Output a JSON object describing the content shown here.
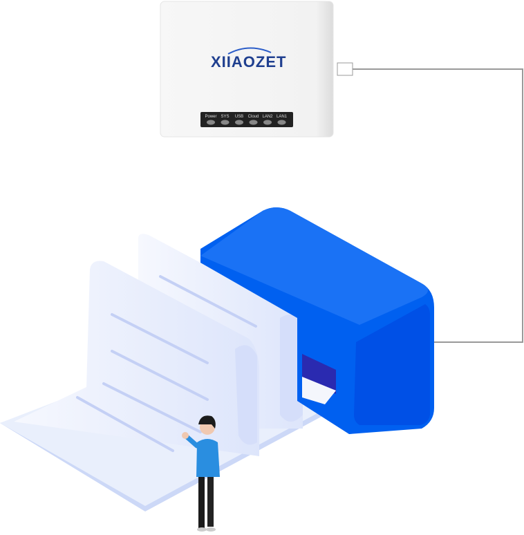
{
  "device": {
    "brand": "XIIAOZET",
    "indicators": [
      {
        "label": "Power"
      },
      {
        "label": "SYS"
      },
      {
        "label": "USB"
      },
      {
        "label": "Cloud"
      },
      {
        "label": "LAN2"
      },
      {
        "label": "LAN1"
      }
    ]
  },
  "colors": {
    "printer": "#0060f0",
    "cable": "#999999",
    "shirt": "#2a8ee0"
  }
}
